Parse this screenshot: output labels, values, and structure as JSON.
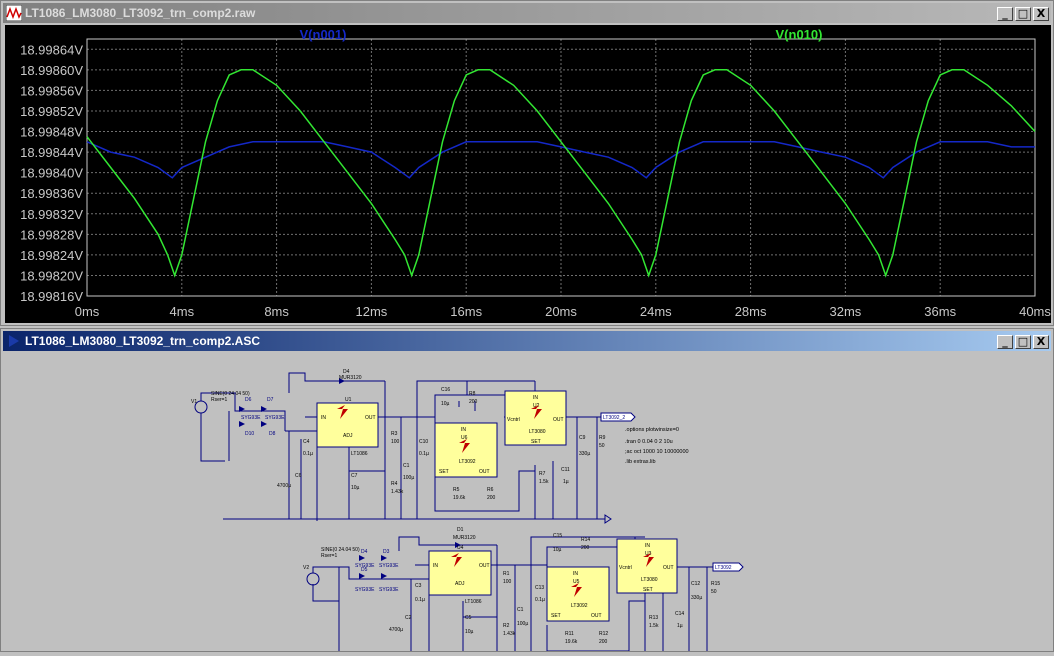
{
  "waveform_window": {
    "title": "LT1086_LM3080_LT3092_trn_comp2.raw",
    "controls": {
      "minimize": "_",
      "restore": "□",
      "close": "X"
    }
  },
  "schematic_window": {
    "title": "LT1086_LM3080_LT3092_trn_comp2.ASC",
    "controls": {
      "minimize": "_",
      "restore": "□",
      "close": "X"
    }
  },
  "colors": {
    "trace_n001": "#1428c8",
    "trace_n010": "#32e632",
    "grid": "#707070",
    "axis_text": "#c8c8c8",
    "plot_bg": "#000000"
  },
  "chart_data": {
    "type": "line",
    "x_unit": "ms",
    "xlim": [
      0,
      40
    ],
    "ylim": [
      18.99816,
      18.99866
    ],
    "x_ticks": [
      "0ms",
      "4ms",
      "8ms",
      "12ms",
      "16ms",
      "20ms",
      "24ms",
      "28ms",
      "32ms",
      "36ms",
      "40ms"
    ],
    "y_ticks": [
      "18.99864V",
      "18.99860V",
      "18.99856V",
      "18.99852V",
      "18.99848V",
      "18.99844V",
      "18.99840V",
      "18.99836V",
      "18.99832V",
      "18.99828V",
      "18.99824V",
      "18.99820V",
      "18.99816V"
    ],
    "grid": true,
    "series": [
      {
        "name": "V(n001)",
        "x": [
          0,
          1,
          2,
          3,
          3.6,
          4,
          5,
          6,
          7,
          8,
          9,
          10,
          11,
          12,
          13,
          13.6,
          14,
          15,
          16,
          17,
          18,
          19,
          20,
          21,
          22,
          23,
          23.6,
          24,
          25,
          26,
          27,
          28,
          29,
          30,
          31,
          32,
          33,
          33.6,
          34,
          35,
          36,
          37,
          38,
          39,
          40
        ],
        "y": [
          18.99846,
          18.99844,
          18.99843,
          18.99841,
          18.99839,
          18.99841,
          18.99843,
          18.99845,
          18.99846,
          18.99846,
          18.99846,
          18.99846,
          18.99845,
          18.99844,
          18.99841,
          18.99839,
          18.99841,
          18.99844,
          18.99846,
          18.99846,
          18.99846,
          18.99846,
          18.99845,
          18.99844,
          18.99843,
          18.99841,
          18.99839,
          18.99841,
          18.99844,
          18.99846,
          18.99846,
          18.99846,
          18.99846,
          18.99845,
          18.99844,
          18.99843,
          18.99841,
          18.99839,
          18.99841,
          18.99844,
          18.99846,
          18.99846,
          18.99846,
          18.99845,
          18.99845
        ]
      },
      {
        "name": "V(n010)",
        "x": [
          0,
          1,
          2,
          3,
          3.4,
          3.7,
          4,
          4.5,
          5,
          5.5,
          6,
          6.5,
          7,
          8,
          9,
          10,
          11,
          12,
          13,
          13.4,
          13.7,
          14,
          14.5,
          15,
          15.5,
          16,
          16.5,
          17,
          18,
          19,
          20,
          21,
          22,
          23,
          23.4,
          23.7,
          24,
          24.5,
          25,
          25.5,
          26,
          26.5,
          27,
          28,
          29,
          30,
          31,
          32,
          33,
          33.4,
          33.7,
          34,
          34.5,
          35,
          35.5,
          36,
          36.5,
          37,
          38,
          39,
          40
        ],
        "y": [
          18.99847,
          18.99841,
          18.99835,
          18.99828,
          18.99824,
          18.9982,
          18.99824,
          18.99835,
          18.99846,
          18.99854,
          18.99859,
          18.9986,
          18.9986,
          18.99857,
          18.99852,
          18.99846,
          18.9984,
          18.99834,
          18.99827,
          18.99824,
          18.9982,
          18.99824,
          18.99835,
          18.99846,
          18.99854,
          18.99859,
          18.9986,
          18.9986,
          18.99857,
          18.99852,
          18.99846,
          18.9984,
          18.99834,
          18.99827,
          18.99824,
          18.9982,
          18.99824,
          18.99835,
          18.99846,
          18.99854,
          18.99859,
          18.9986,
          18.9986,
          18.99857,
          18.99852,
          18.99846,
          18.9984,
          18.99834,
          18.99827,
          18.99824,
          18.9982,
          18.99824,
          18.99835,
          18.99846,
          18.99854,
          18.99859,
          18.9986,
          18.9986,
          18.99857,
          18.99853,
          18.99848
        ]
      }
    ]
  },
  "schematic": {
    "directives": [
      ".options plotwinsize=0",
      ".tran 0 0.04 0 2 10u",
      ";ac oct 1000 10 10000000",
      ".lib extras.lib"
    ],
    "circuit1": {
      "V1": "V1",
      "V1_value": "SINE(0 24.04 50)",
      "V1_rser": "Rser=1",
      "diodes": [
        "D6",
        "D7",
        "D10",
        "D8"
      ],
      "diode_model": "SYG93E",
      "D4": "D4",
      "D4_model": "MUR3120",
      "U1": "U1",
      "U1_part": "LT1086",
      "U1_in": "IN",
      "U1_out": "OUT",
      "U1_adj": "ADJ",
      "U6": "U6",
      "U6_part": "LT3092",
      "U6_in": "IN",
      "U6_set": "SET",
      "U6_out": "OUT",
      "U2": "U2",
      "U2_part": "LT3080",
      "U2_in": "IN",
      "U2_vcntrl": "Vcntrl",
      "U2_out": "OUT",
      "U2_set": "SET",
      "C4": "C4",
      "C4_v": "0.1µ",
      "C6": "C6",
      "C6_v": "4700µ",
      "C7": "C7",
      "C7_v": "10µ",
      "C1": "C1",
      "C1_v": "100µ",
      "C10": "C10",
      "C10_v": "0.1µ",
      "C16": "C16",
      "C16_v": "10µ",
      "C9": "C9",
      "C9_v": "330µ",
      "C11": "C11",
      "C11_v": "1µ",
      "R3": "R3",
      "R3_v": "100",
      "R4": "R4",
      "R4_v": "1.43k",
      "R5": "R5",
      "R5_v": "19.6k",
      "R6": "R6",
      "R6_v": "200",
      "R8": "R8",
      "R8_v": "200",
      "R7": "R7",
      "R7_v": "1.5k",
      "R9": "R9",
      "R9_v": "50",
      "out_label": "LT3092_2"
    },
    "circuit2": {
      "V2": "V2",
      "V2_value": "SINE(0 24.04 50)",
      "V2_rser": "Rser=1",
      "diodes": [
        "D4",
        "D5",
        "D5",
        "D3"
      ],
      "diode_model": "SYG93E",
      "D1": "D1",
      "D1_model": "MUR3120",
      "U4": "U4",
      "U4_part": "LT1086",
      "U4_in": "IN",
      "U4_out": "OUT",
      "U4_adj": "ADJ",
      "U5": "U5",
      "U5_part": "LT3092",
      "U5_in": "IN",
      "U5_set": "SET",
      "U5_out": "OUT",
      "U3": "U3",
      "U3_part": "LT3080",
      "U3_in": "IN",
      "U3_vcntrl": "Vcntrl",
      "U3_out": "OUT",
      "U3_set": "SET",
      "C3": "C3",
      "C3_v": "0.1µ",
      "C2": "C2",
      "C2_v": "4700µ",
      "C5": "C5",
      "C5_v": "10µ",
      "C1": "C1",
      "C1_v": "100µ",
      "C13": "C13",
      "C13_v": "0.1µ",
      "C15": "C15",
      "C15_v": "10µ",
      "C12": "C12",
      "C12_v": "330µ",
      "C14": "C14",
      "C14_v": "1µ",
      "R1": "R1",
      "R1_v": "100",
      "R2": "R2",
      "R2_v": "1.43k",
      "R11": "R11",
      "R11_v": "19.6k",
      "R12": "R12",
      "R12_v": "200",
      "R14": "R14",
      "R14_v": "200",
      "R13": "R13",
      "R13_v": "1.5k",
      "R15": "R15",
      "R15_v": "50",
      "out_label": "LT3092"
    }
  }
}
